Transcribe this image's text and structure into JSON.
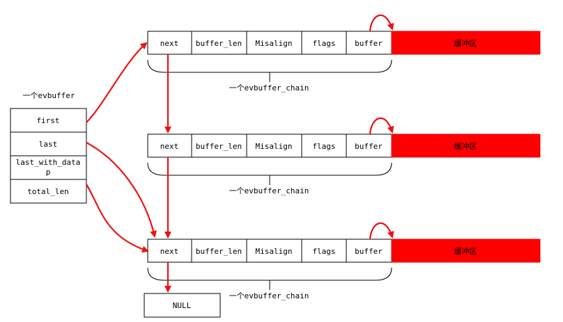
{
  "evbuffer": {
    "title": "一个evbuffer",
    "fields": [
      "first",
      "last",
      "last_with_data",
      "p",
      "total_len"
    ]
  },
  "chains": [
    {
      "cells": [
        "next",
        "buffer_len",
        "Misalign",
        "flags",
        "buffer"
      ],
      "buffer_label": "缓冲区",
      "brace_label": "一个evbuffer_chain"
    },
    {
      "cells": [
        "next",
        "buffer_len",
        "Misalign",
        "flags",
        "buffer"
      ],
      "buffer_label": "缓冲区",
      "brace_label": "一个evbuffer_chain"
    },
    {
      "cells": [
        "next",
        "buffer_len",
        "Misalign",
        "flags",
        "buffer"
      ],
      "buffer_label": "缓冲区",
      "brace_label": "一个evbuffer_chain"
    }
  ],
  "null_label": "NULL",
  "colors": {
    "arrow": "#ee1111",
    "buffer_fill": "#ff0000",
    "outline": "#000000"
  }
}
